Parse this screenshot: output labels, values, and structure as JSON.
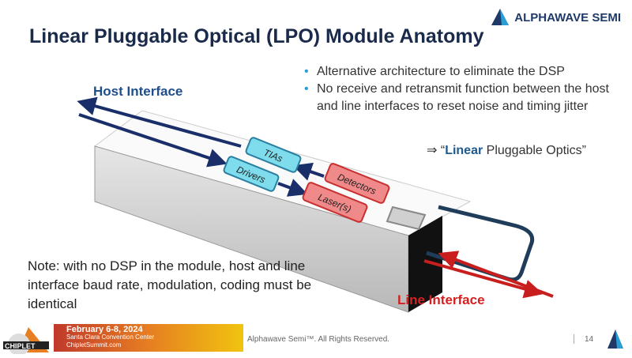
{
  "title": "Linear Pluggable Optical (LPO) Module Anatomy",
  "logo": {
    "text": "ALPHAWAVE SEMI",
    "icon": "alphawave-logo-icon"
  },
  "bullets": [
    "Alternative architecture to eliminate the DSP",
    "No receive and retransmit function between the host and line interfaces to reset noise and timing jitter"
  ],
  "conclusion": {
    "arrow": "⇒ “",
    "bold": "Linear",
    "rest": " Pluggable Optics”"
  },
  "diagram": {
    "host_label": "Host Interface",
    "line_label": "Line Interface",
    "blocks": {
      "tias": "TIAs",
      "drivers": "Drivers",
      "detectors": "Detectors",
      "lasers": "Laser(s)"
    },
    "colors": {
      "electrical": "#7fdcec",
      "optical": "#f08a8a",
      "host_arrow": "#1a2f6a",
      "line_arrow": "#c81e1e"
    }
  },
  "note": "Note: with no DSP in the module, host and line interface baud rate, modulation, coding must be identical",
  "footer": {
    "event_date": "February 6-8, 2024",
    "event_venue": "Santa Clara Convention Center",
    "event_site": "ChipletSummit.com",
    "event_logo": "CHIPLET SUMMIT",
    "copyright": "Alphawave Semi™. All Rights Reserved.",
    "page": "14"
  }
}
